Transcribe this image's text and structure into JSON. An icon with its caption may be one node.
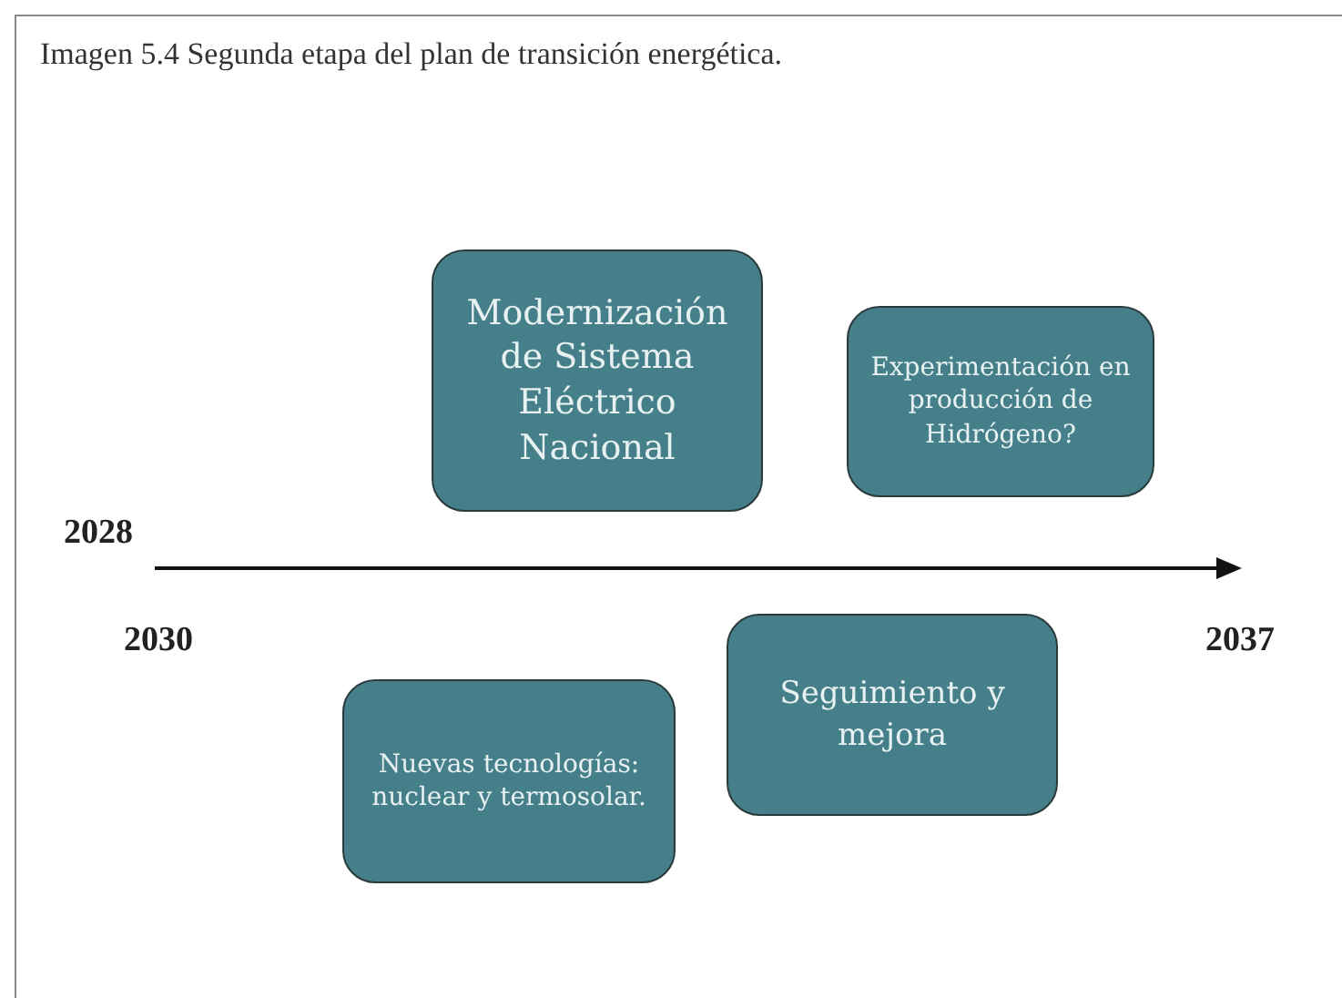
{
  "diagram": {
    "title": "Imagen 5.4 Segunda etapa del plan de transición energética.",
    "nodes": [
      {
        "text": [
          "Modernización de Sistema Eléctrico Nacional"
        ]
      },
      {
        "text": [
          "Experimentación en producción de Hidrógeno?"
        ]
      },
      {
        "text": [
          "Seguimiento y mejora"
        ]
      },
      {
        "text": [
          "Nuevas tecnologías: nuclear y termosolar."
        ]
      }
    ],
    "labels": [
      "2028",
      "2030",
      "2037"
    ]
  }
}
